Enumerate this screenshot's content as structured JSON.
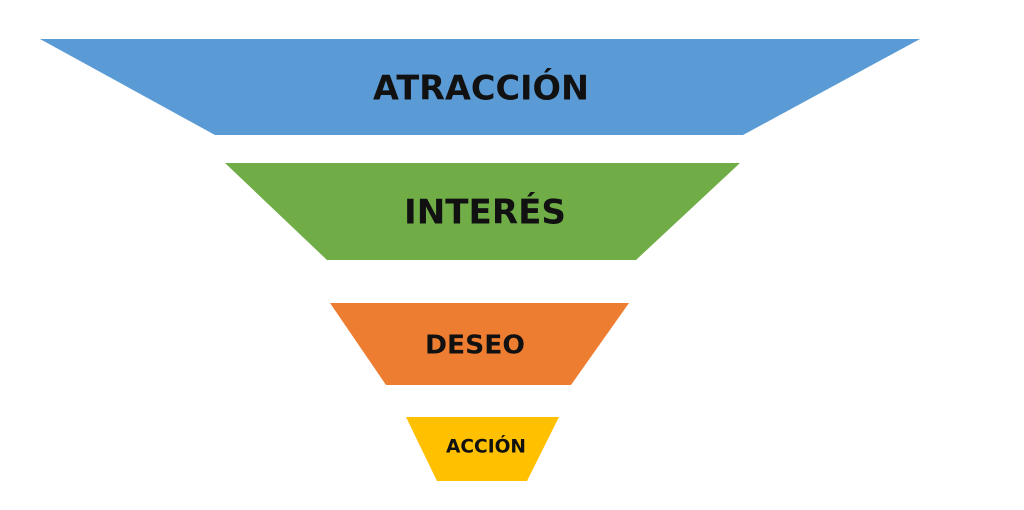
{
  "stages": [
    {
      "label": "ATRACCIÓN",
      "color": "#5b9bd5"
    },
    {
      "label": "INTERÉS",
      "color": "#70ad47"
    },
    {
      "label": "DESEO",
      "color": "#ed7d31"
    },
    {
      "label": "ACCIÓN",
      "color": "#ffc000"
    }
  ]
}
